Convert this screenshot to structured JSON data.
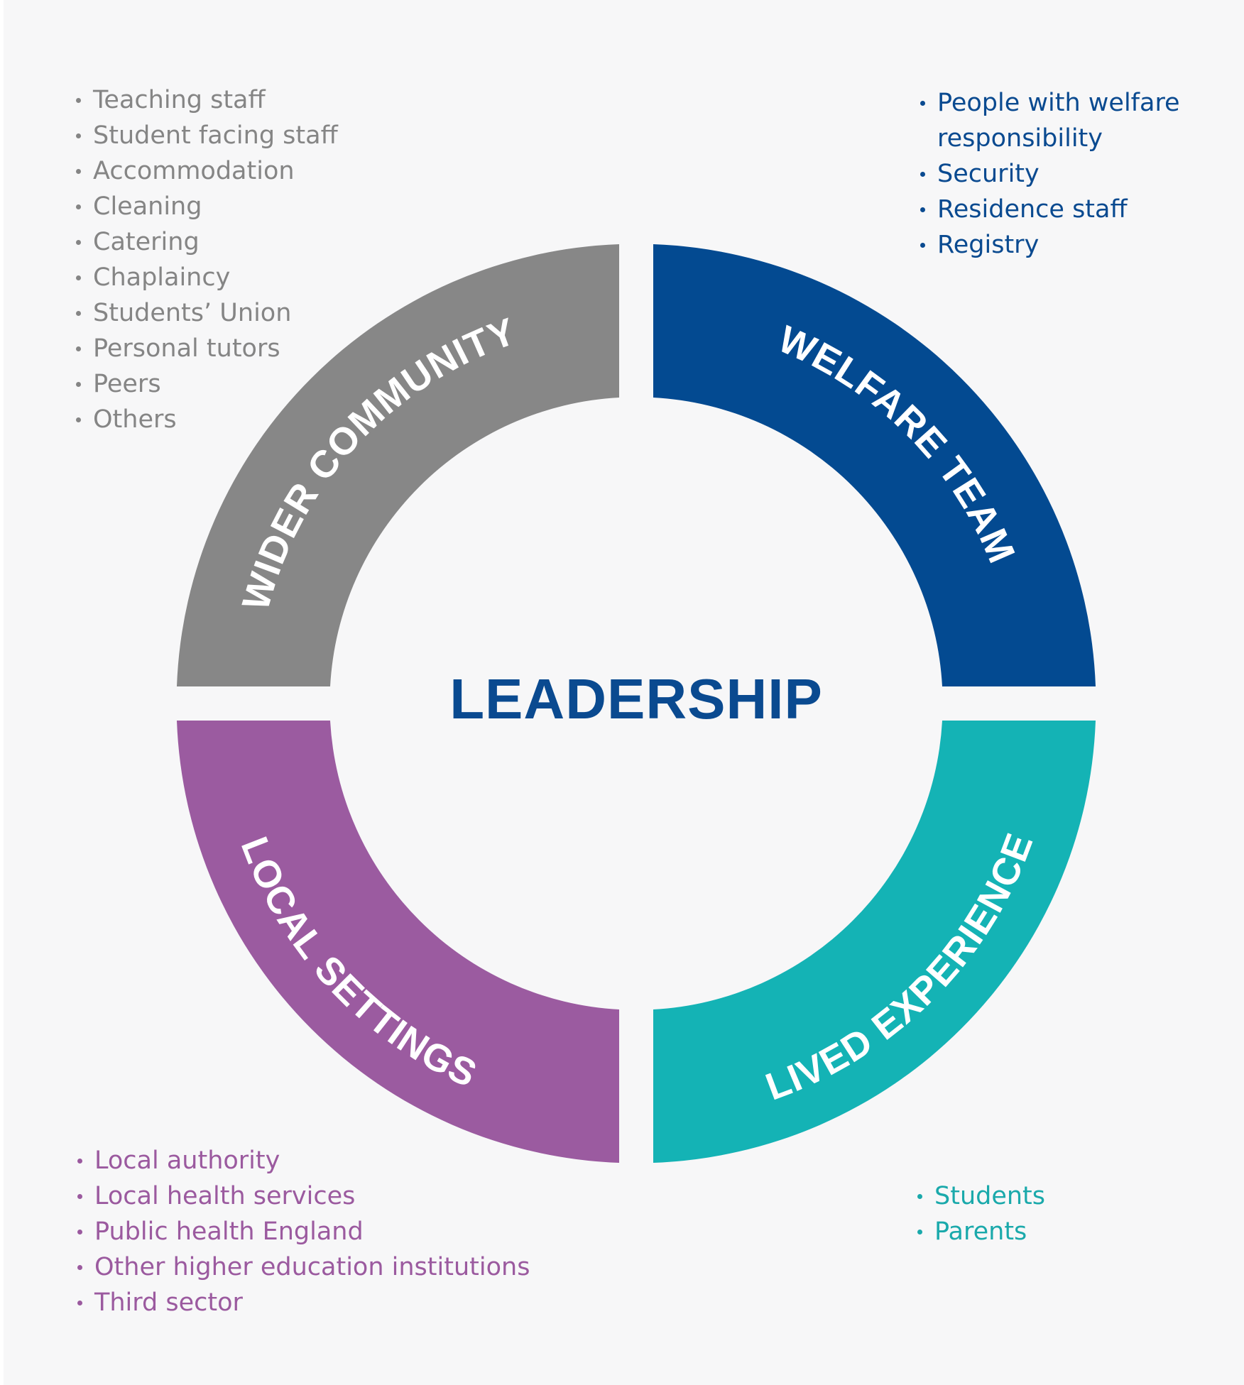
{
  "center": {
    "title": "LEADERSHIP",
    "color": "#0a4a90"
  },
  "segments": {
    "wider_community": {
      "label": "WIDER COMMUNITY",
      "color": "#878787",
      "items": [
        "Teaching staff",
        "Student facing staff",
        "Accommodation",
        "Cleaning",
        "Catering",
        "Chaplaincy",
        "Students’ Union",
        "Personal tutors",
        "Peers",
        "Others"
      ]
    },
    "welfare_team": {
      "label": "WELFARE TEAM",
      "color": "#034a91",
      "items": [
        "People with welfare",
        "responsibility",
        "Security",
        "Residence staff",
        "Registry"
      ]
    },
    "local_settings": {
      "label": "LOCAL SETTINGS",
      "color": "#9b5ba0",
      "items": [
        "Local authority",
        "Local health services",
        "Public health England",
        "Other higher education institutions",
        "Third sector"
      ]
    },
    "lived_experience": {
      "label": "LIVED EXPERIENCE",
      "color": "#14b3b5",
      "items": [
        "Students",
        "Parents"
      ]
    }
  }
}
